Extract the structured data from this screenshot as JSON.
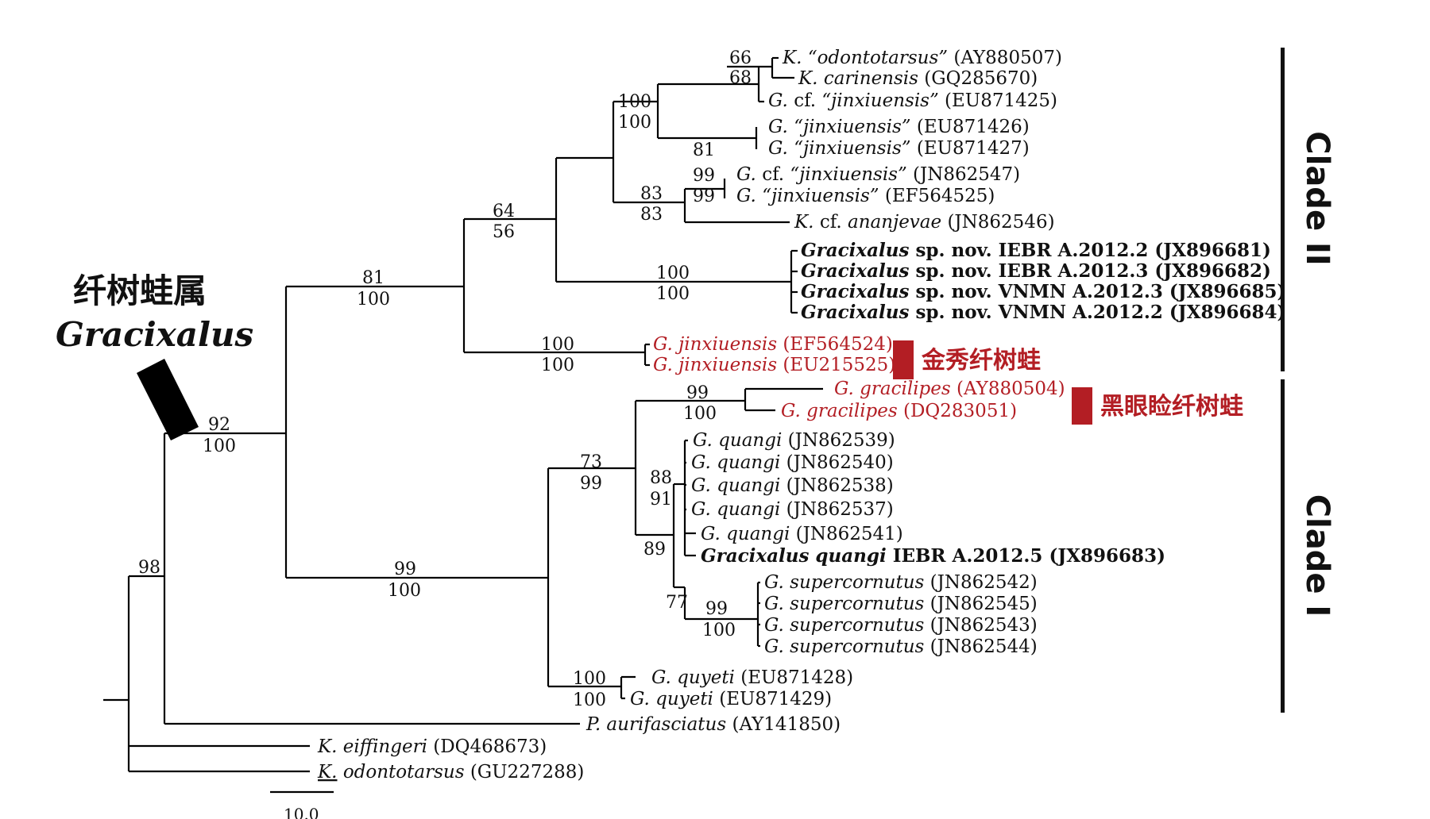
{
  "genus_label": {
    "chinese": "纤树蛙属",
    "latin": "Gracixalus"
  },
  "clades": {
    "clade2": "Clade II",
    "clade1": "Clade I"
  },
  "highlights": {
    "jinxiuensis_cn": "金秀纤树蛙",
    "gracilipes_cn": "黑眼睑纤树蛙",
    "color": "#b31e24"
  },
  "scale_bar": {
    "label": "10.0"
  },
  "taxa": {
    "t01": {
      "genus": "K.",
      "species": "“odontotarsus”",
      "acc": "(AY880507)"
    },
    "t02": {
      "genus": "K.",
      "species": "carinensis",
      "acc": "(GQ285670)"
    },
    "t03": {
      "genus": "G.",
      "cf": "cf.",
      "species": "“jinxiuensis”",
      "acc": "(EU871425)"
    },
    "t04": {
      "genus": "G.",
      "species": "“jinxiuensis”",
      "acc": "(EU871426)"
    },
    "t05": {
      "genus": "G.",
      "species": "“jinxiuensis”",
      "acc": "(EU871427)"
    },
    "t06": {
      "genus": "G.",
      "cf": "cf.",
      "species": "“jinxiuensis”",
      "acc": "(JN862547)"
    },
    "t07": {
      "genus": "G.",
      "species": "“jinxiuensis”",
      "acc": "(EF564525)"
    },
    "t08": {
      "genus": "K.",
      "cf": "cf.",
      "species": "ananjevae",
      "acc": "(JN862546)"
    },
    "t09": {
      "genus": "Gracixalus",
      "rest": "sp. nov. IEBR A.2012.2 (JX896681)"
    },
    "t10": {
      "genus": "Gracixalus",
      "rest": "sp. nov. IEBR A.2012.3 (JX896682)"
    },
    "t11": {
      "genus": "Gracixalus",
      "rest": "sp. nov. VNMN A.2012.3 (JX896685)"
    },
    "t12": {
      "genus": "Gracixalus",
      "rest": "sp. nov. VNMN A.2012.2 (JX896684)"
    },
    "t13": {
      "name": "G. jinxiuensis",
      "acc": "(EF564524)"
    },
    "t14": {
      "name": "G. jinxiuensis",
      "acc": "(EU215525)"
    },
    "t15": {
      "name": "G. gracilipes",
      "acc": "(AY880504)"
    },
    "t16": {
      "name": "G. gracilipes",
      "acc": "(DQ283051)"
    },
    "t17": {
      "name": "G. quangi",
      "acc": "(JN862539)"
    },
    "t18": {
      "name": "G. quangi",
      "acc": "(JN862540)"
    },
    "t19": {
      "name": "G. quangi",
      "acc": "(JN862538)"
    },
    "t20": {
      "name": "G. quangi",
      "acc": "(JN862537)"
    },
    "t21": {
      "name": "G. quangi",
      "acc": "(JN862541)"
    },
    "t22": {
      "name": "Gracixalus quangi",
      "rest": "IEBR A.2012.5 (JX896683)"
    },
    "t23": {
      "name": "G. supercornutus",
      "acc": "(JN862542)"
    },
    "t24": {
      "name": "G. supercornutus",
      "acc": "(JN862545)"
    },
    "t25": {
      "name": "G. supercornutus",
      "acc": "(JN862543)"
    },
    "t26": {
      "name": "G. supercornutus",
      "acc": "(JN862544)"
    },
    "t27": {
      "name": "G. quyeti",
      "acc": "(EU871428)"
    },
    "t28": {
      "name": "G. quyeti",
      "acc": "(EU871429)"
    },
    "t29": {
      "name": "P. aurifasciatus",
      "acc": "(AY141850)"
    },
    "t30": {
      "name": "K. eiffingeri",
      "acc": "(DQ468673)"
    },
    "t31": {
      "genus": "K.",
      "species": "odontotarsus",
      "acc": "(GU227288)"
    }
  },
  "support": {
    "n_odon_a": "66",
    "n_odon_b": "68",
    "n_grpA_a": "100",
    "n_grpA_b": "100",
    "n_jin2": "81",
    "n_cf_a": "99",
    "n_cf_b": "99",
    "n_grpC_a": "83",
    "n_grpC_b": "83",
    "n_big_a": "64",
    "n_big_b": "56",
    "n_spnov_a": "100",
    "n_spnov_b": "100",
    "n_c2_a": "81",
    "n_c2_b": "100",
    "n_jinx_a": "100",
    "n_jinx_b": "100",
    "n_root_in_a": "92",
    "n_root_in_b": "100",
    "n_gracil_a": "99",
    "n_gracil_b": "100",
    "n_c1_a": "73",
    "n_c1_b": "99",
    "n_quangi_a": "88",
    "n_quangi_b": "91",
    "n_q89": "89",
    "n_q77": "77",
    "n_super_a": "99",
    "n_super_b": "100",
    "n_c1stem_a": "99",
    "n_c1stem_b": "100",
    "n_quyeti_a": "100",
    "n_quyeti_b": "100",
    "n_root98": "98"
  }
}
